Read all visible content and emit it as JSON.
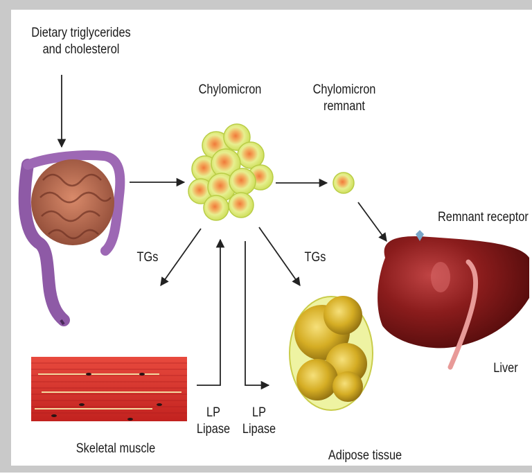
{
  "labels": {
    "dietary": [
      "Dietary triglycerides",
      "and cholesterol"
    ],
    "chylomicron": "Chylomicron",
    "chylomicron_remnant": [
      "Chylomicron",
      "remnant"
    ],
    "remnant_receptor": "Remnant receptor",
    "tgs_left": "TGs",
    "tgs_right": "TGs",
    "lp_lipase_left": [
      "LP",
      "Lipase"
    ],
    "lp_lipase_right": [
      "LP",
      "Lipase"
    ],
    "skeletal_muscle": "Skeletal muscle",
    "adipose_tissue": "Adipose tissue",
    "liver": "Liver"
  },
  "colors": {
    "background": "#ffffff",
    "frame": "#c9c9c9",
    "text": "#1a1a1a",
    "arrow": "#222222",
    "intestine_small": "#b46a52",
    "intestine_large": "#8e5aa6",
    "chylomicron_fill": "#e6f08a",
    "chylomicron_core": "#f08a4a",
    "muscle": "#d8332f",
    "adipose": "#c9a21a",
    "liver": "#8a1c1c",
    "receptor": "#7aa7c9"
  }
}
